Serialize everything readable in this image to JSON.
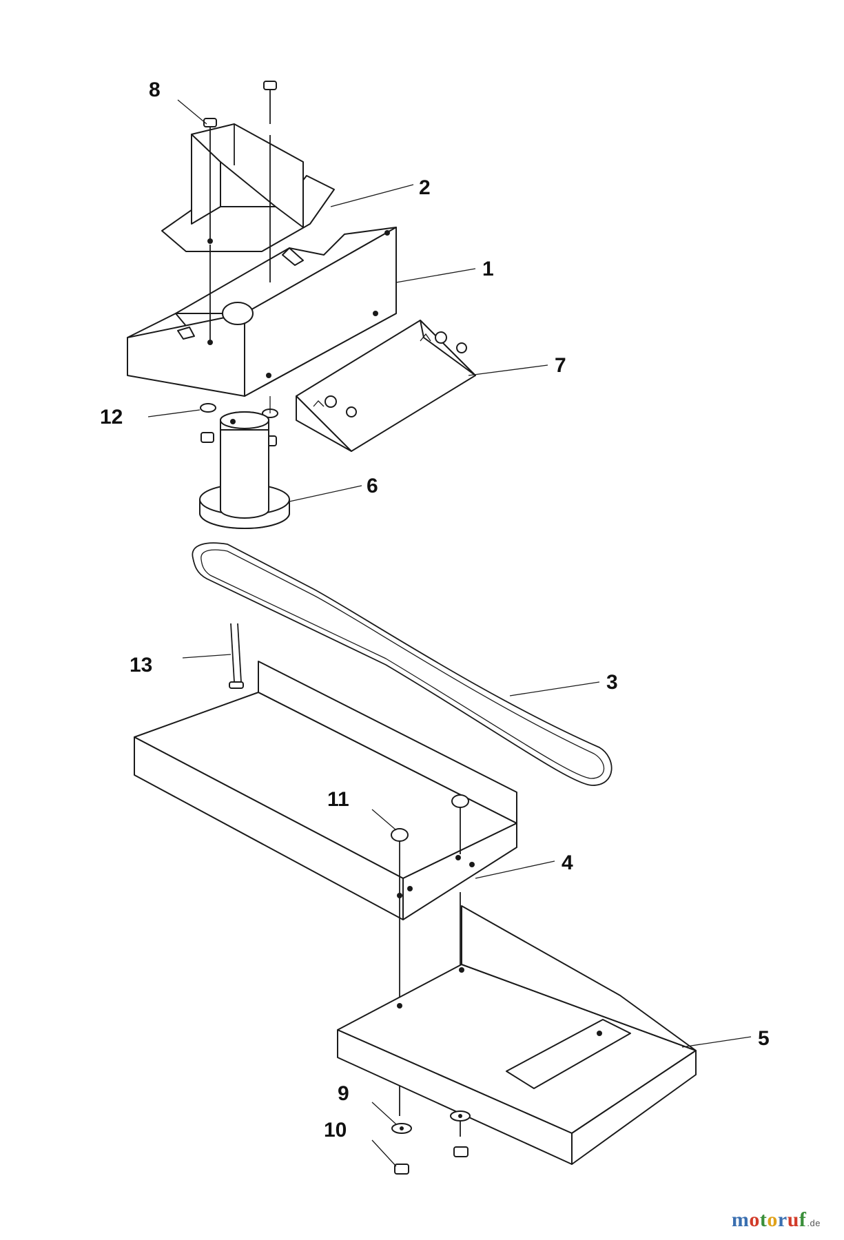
{
  "callouts": [
    {
      "id": "1",
      "label": "1"
    },
    {
      "id": "2",
      "label": "2"
    },
    {
      "id": "3",
      "label": "3"
    },
    {
      "id": "4",
      "label": "4"
    },
    {
      "id": "5",
      "label": "5"
    },
    {
      "id": "6",
      "label": "6"
    },
    {
      "id": "7",
      "label": "7"
    },
    {
      "id": "8",
      "label": "8"
    },
    {
      "id": "9",
      "label": "9"
    },
    {
      "id": "10",
      "label": "10"
    },
    {
      "id": "11",
      "label": "11"
    },
    {
      "id": "12",
      "label": "12"
    },
    {
      "id": "13",
      "label": "13"
    }
  ],
  "watermark": {
    "letters": [
      "m",
      "o",
      "t",
      "o",
      "r",
      "u",
      "f"
    ],
    "letter_colors": [
      "#3a6fb0",
      "#d23c2a",
      "#3a8f3a",
      "#e0a21a",
      "#3a6fb0",
      "#d23c2a",
      "#3a8f3a"
    ],
    "tld": ".de"
  }
}
